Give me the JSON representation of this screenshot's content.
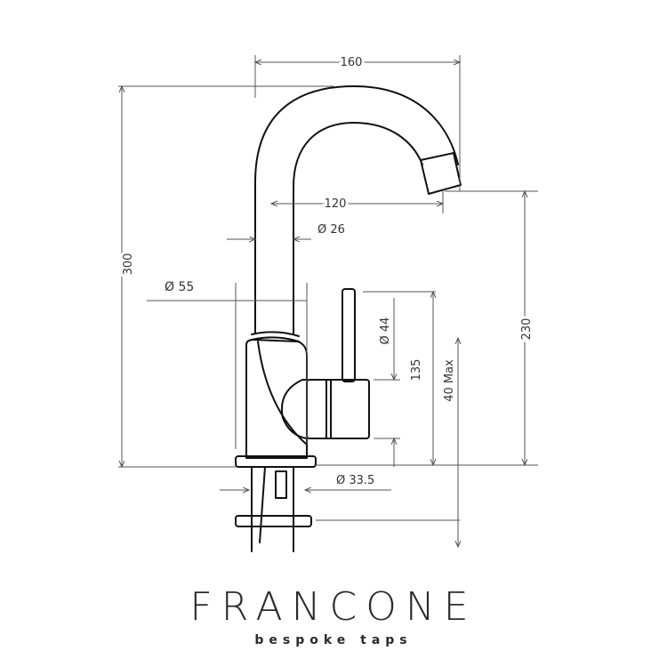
{
  "dimensions": {
    "width_160": "160",
    "reach_120": "120",
    "spout_dia": "Ø 26",
    "height_300": "300",
    "body_dia": "Ø 55",
    "handle_dia": "Ø 44",
    "height_135": "135",
    "worktop_max": "40 Max",
    "height_230": "230",
    "hole_dia": "Ø 33.5"
  },
  "brand": {
    "name": "FRANCONE",
    "tagline": "Bespoke Taps"
  }
}
